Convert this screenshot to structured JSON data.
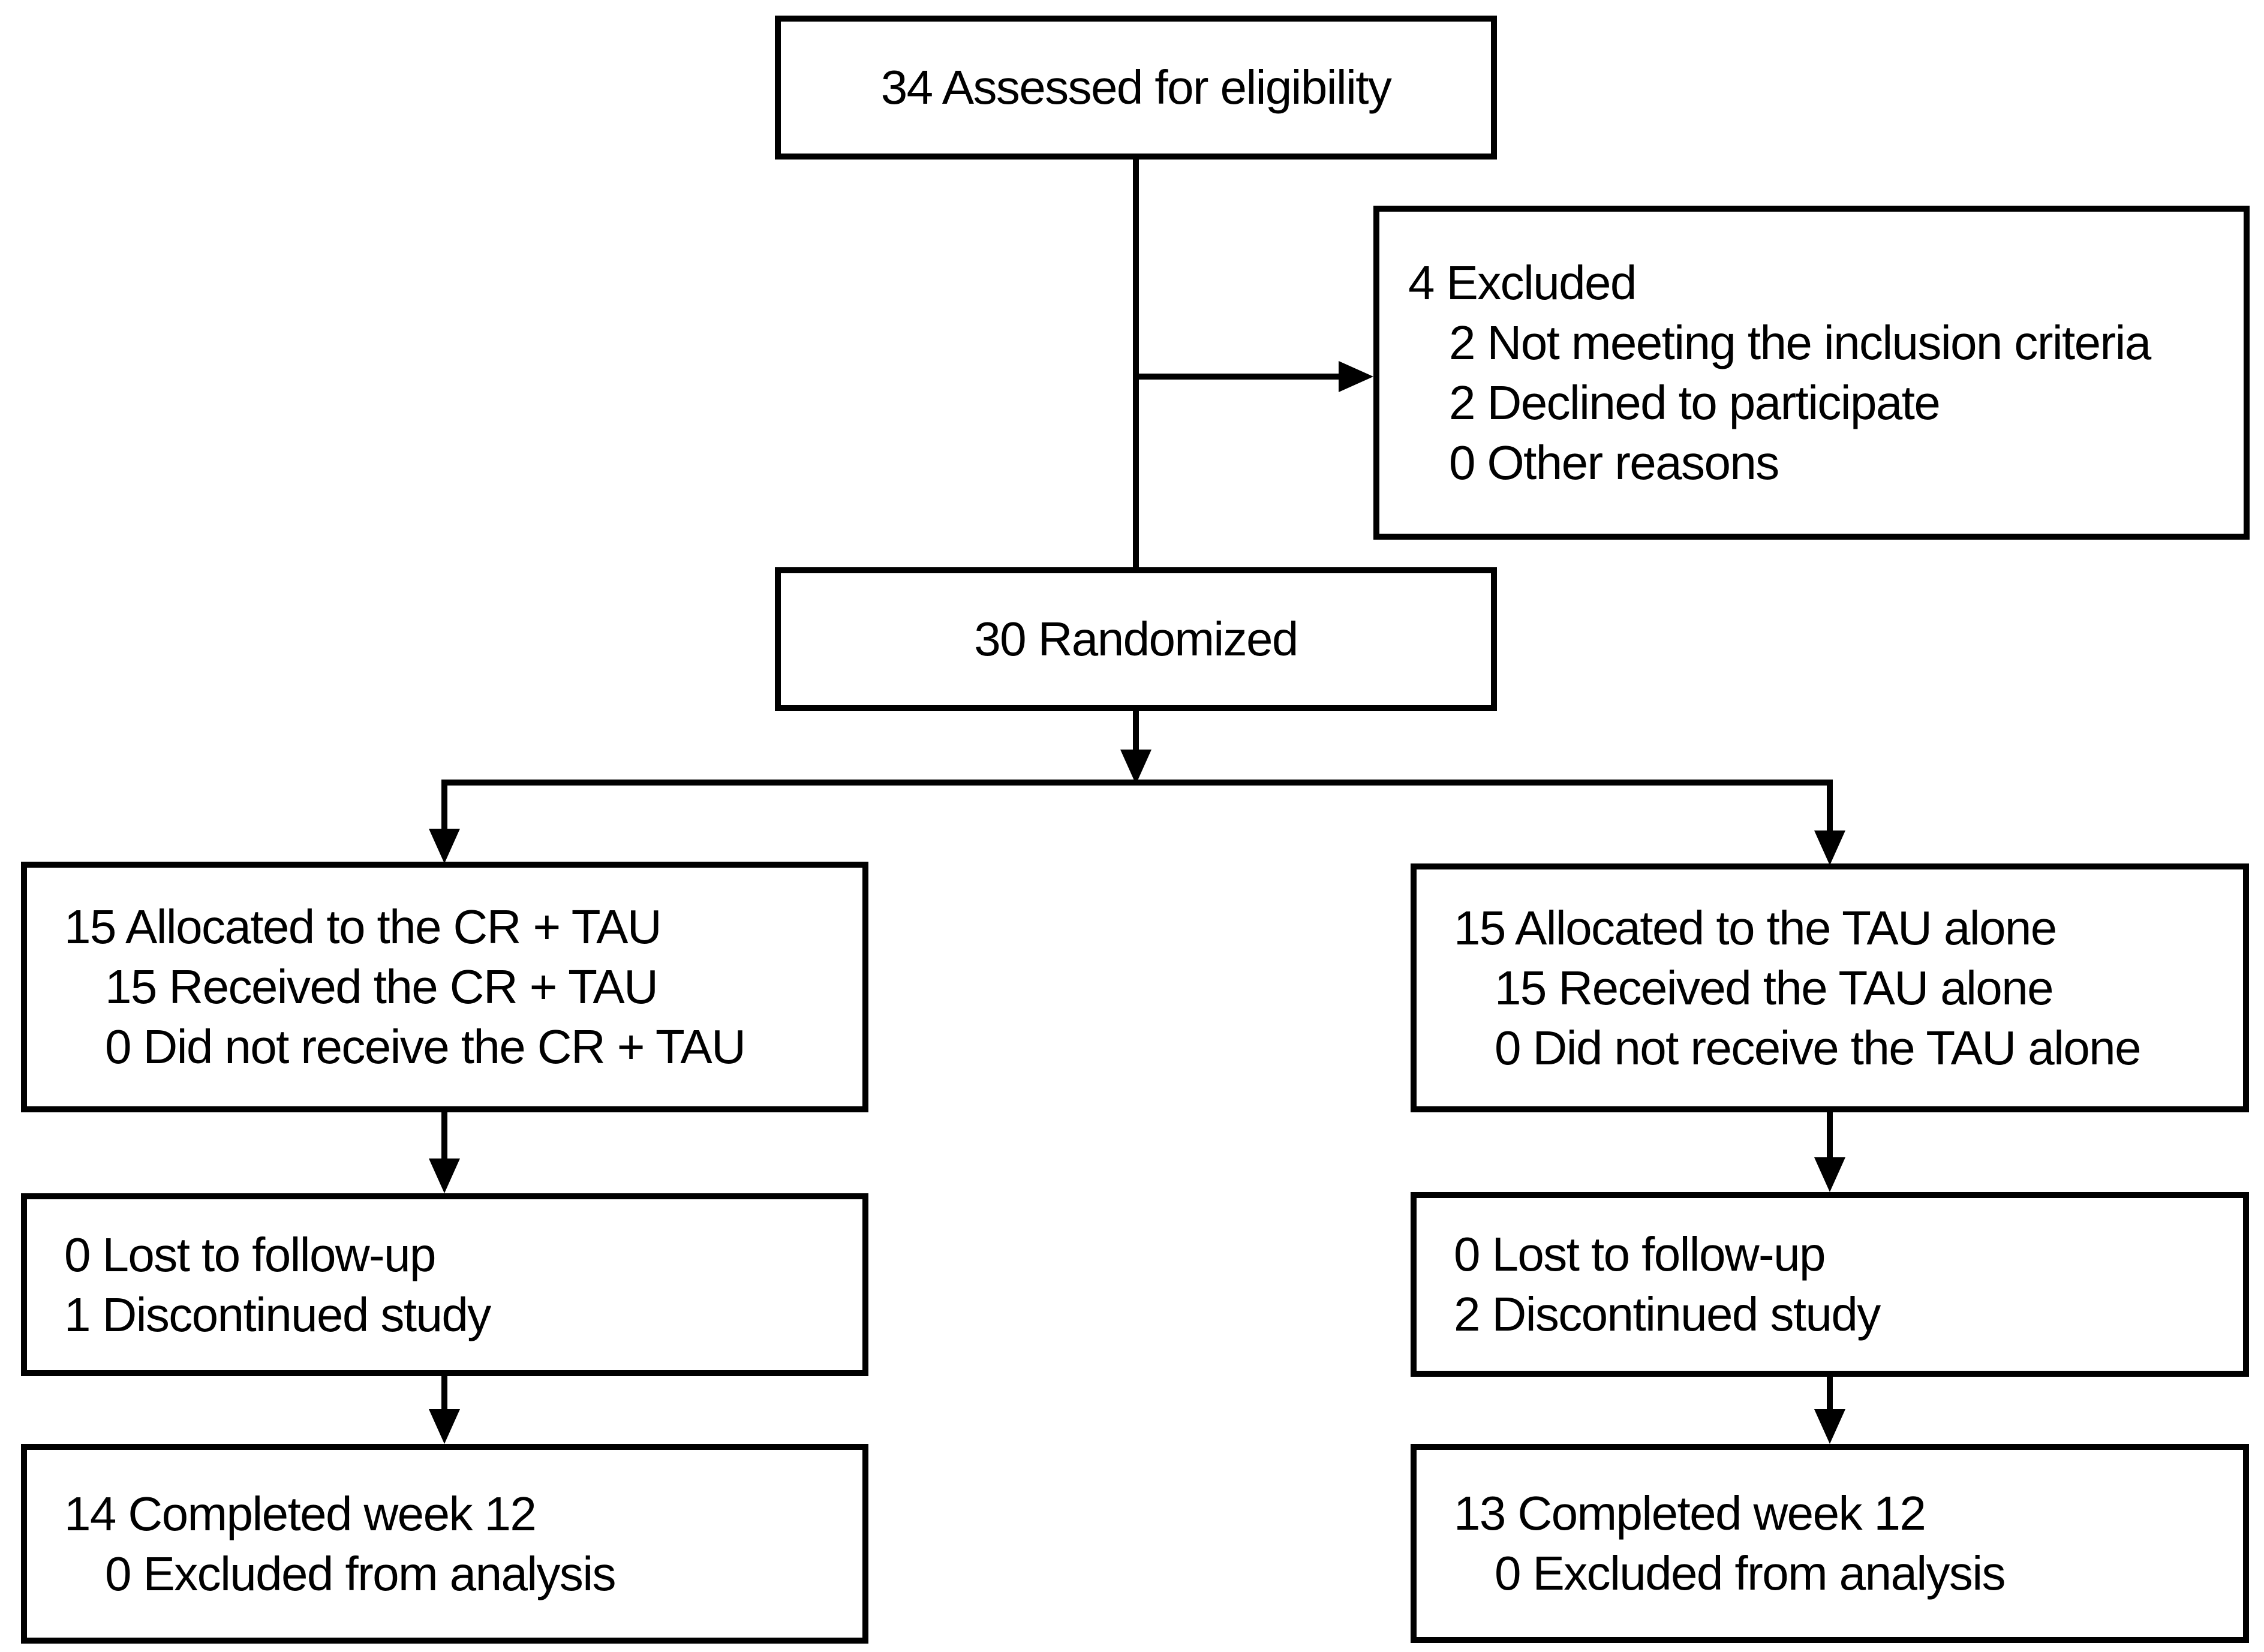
{
  "diagram": {
    "type": "consort-flow-diagram",
    "colors": {
      "background": "#ffffff",
      "box_fill": "#ffffff",
      "box_border": "#000000",
      "connector": "#000000",
      "text": "#000000"
    },
    "boxes": {
      "assessed": {
        "lines": [
          "34 Assessed for eligibility"
        ]
      },
      "excluded": {
        "lines": [
          "4 Excluded",
          "2 Not meeting the inclusion criteria",
          "2 Declined to participate",
          "0 Other reasons"
        ]
      },
      "randomized": {
        "lines": [
          "30 Randomized"
        ]
      },
      "allocation_cr_tau": {
        "lines": [
          "15 Allocated to the CR + TAU",
          "15 Received the CR + TAU",
          "0 Did not receive the CR + TAU"
        ]
      },
      "allocation_tau_alone": {
        "lines": [
          "15 Allocated to the TAU alone",
          "15 Received the TAU alone",
          "0 Did not receive the TAU alone"
        ]
      },
      "followup_cr_tau": {
        "lines": [
          "0 Lost to follow-up",
          "1 Discontinued study"
        ]
      },
      "followup_tau_alone": {
        "lines": [
          "0 Lost to follow-up",
          "2 Discontinued study"
        ]
      },
      "analysis_cr_tau": {
        "lines": [
          "14 Completed week 12",
          "0 Excluded from analysis"
        ]
      },
      "analysis_tau_alone": {
        "lines": [
          "13 Completed week 12",
          "0 Excluded from analysis"
        ]
      }
    }
  }
}
